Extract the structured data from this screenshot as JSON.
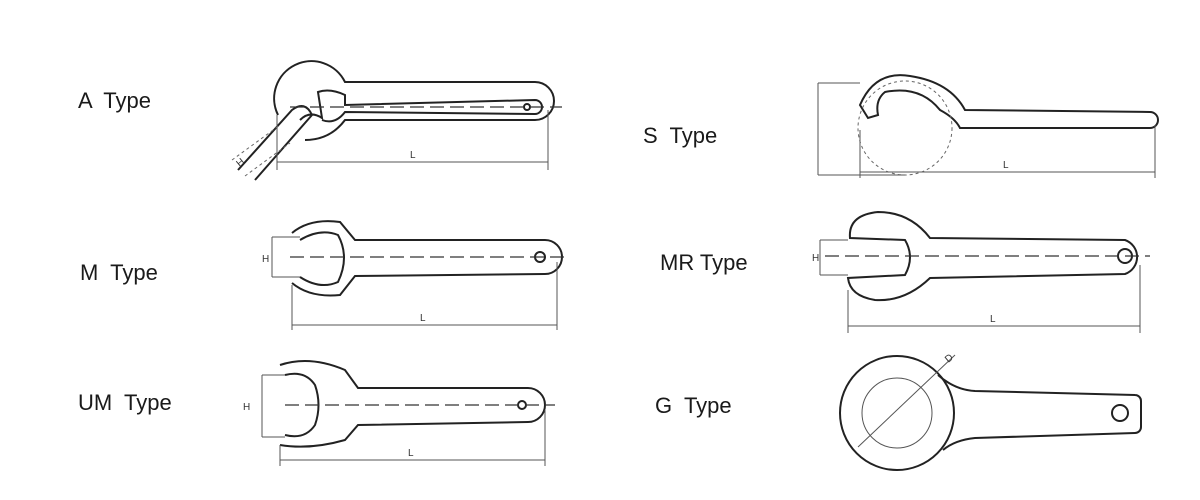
{
  "types": [
    {
      "id": "a",
      "label": "A  Type",
      "dims": [
        "H",
        "L"
      ]
    },
    {
      "id": "m",
      "label": "M  Type",
      "dims": [
        "H",
        "L"
      ]
    },
    {
      "id": "um",
      "label": "UM  Type",
      "dims": [
        "H",
        "L"
      ]
    },
    {
      "id": "s",
      "label": "S  Type",
      "dims": [
        "L"
      ]
    },
    {
      "id": "mr",
      "label": "MR Type",
      "dims": [
        "H",
        "L"
      ]
    },
    {
      "id": "g",
      "label": "G  Type",
      "dims": [
        "D"
      ]
    }
  ]
}
